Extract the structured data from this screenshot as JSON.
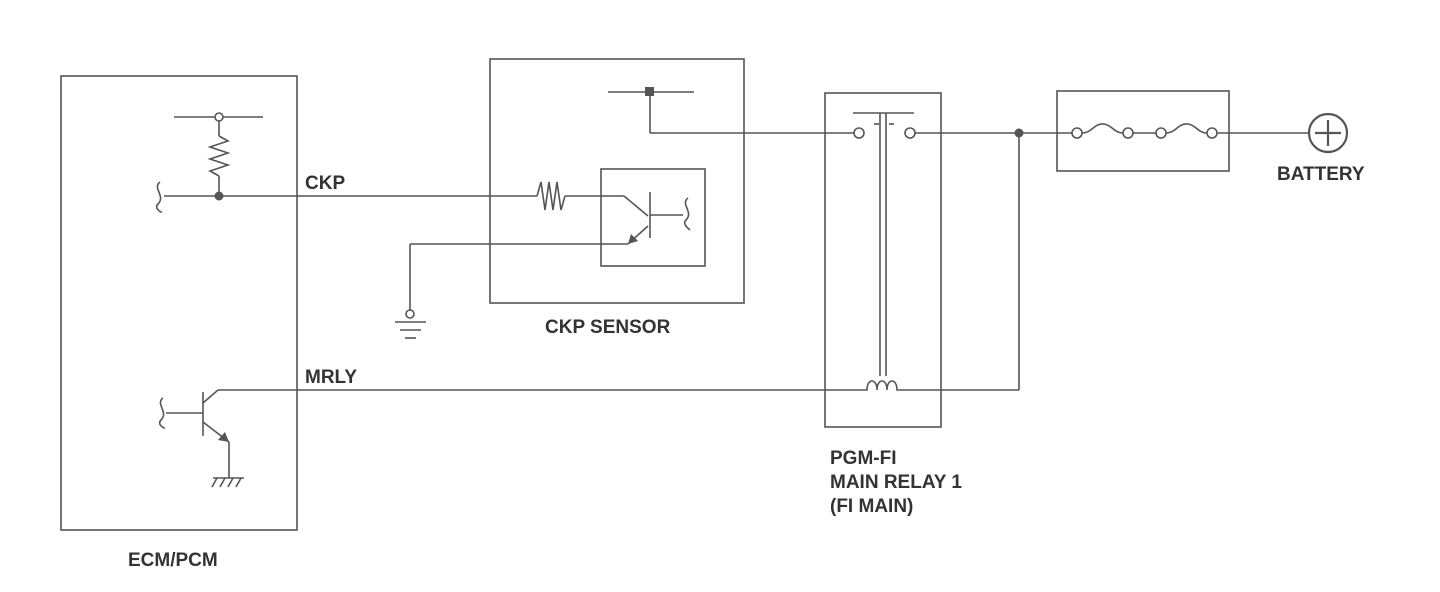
{
  "labels": {
    "ecm": "ECM/PCM",
    "ckp_sensor": "CKP SENSOR",
    "ckp_signal": "CKP",
    "mrly_signal": "MRLY",
    "relay_line1": "PGM-FI",
    "relay_line2": "MAIN RELAY 1",
    "relay_line3": "(FI MAIN)",
    "battery": "BATTERY"
  },
  "colors": {
    "line": "#555555",
    "text": "#333333",
    "background": "#ffffff"
  }
}
